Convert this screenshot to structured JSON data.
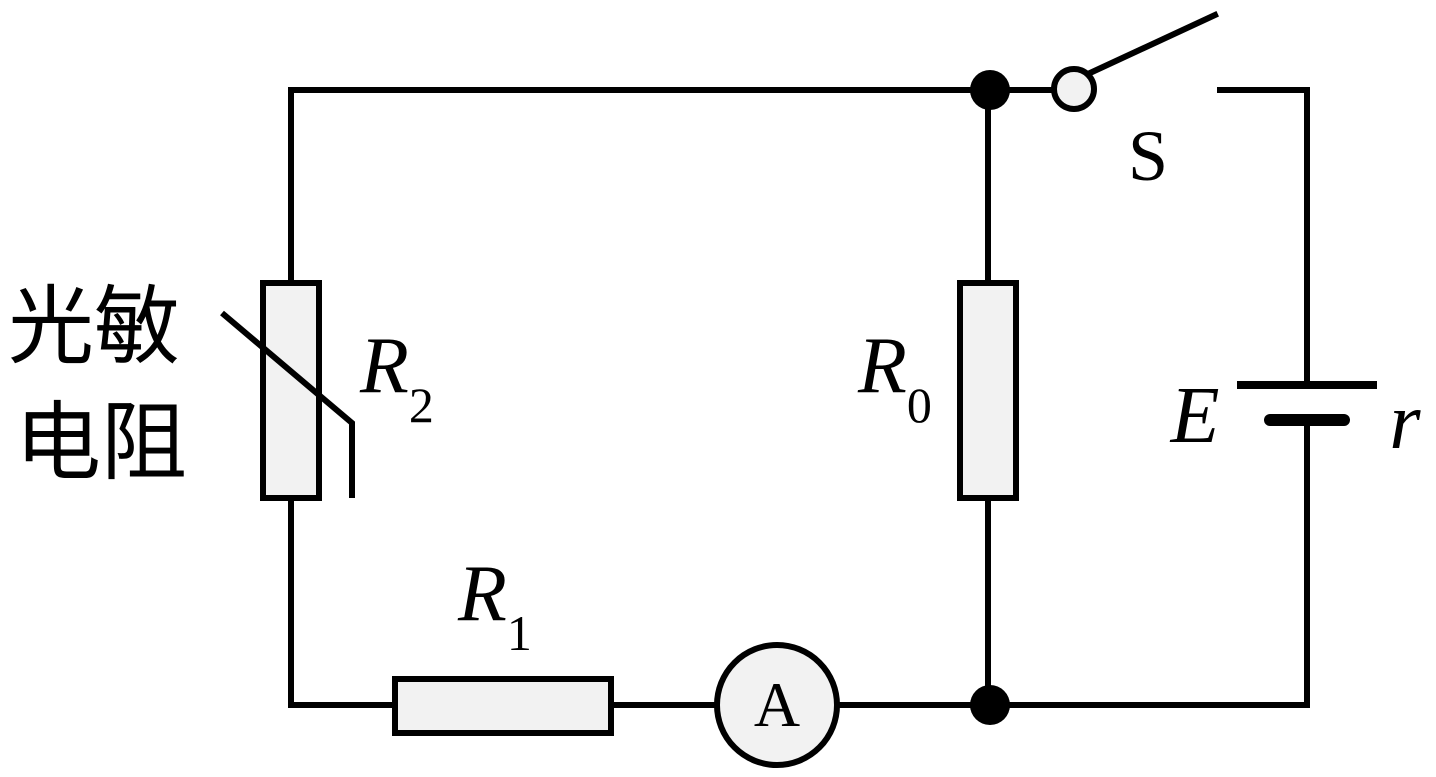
{
  "colors": {
    "wire": "#000000",
    "resistor_fill": "#f2f2f2",
    "background": "#ffffff"
  },
  "components": {
    "photoresistor": {
      "caption_line1": "光敏",
      "caption_line2": "电阻",
      "symbol": "R",
      "subscript": "2"
    },
    "r0": {
      "symbol": "R",
      "subscript": "0"
    },
    "r1": {
      "symbol": "R",
      "subscript": "1"
    },
    "ammeter": {
      "label": "A"
    },
    "switch": {
      "label": "S"
    },
    "battery": {
      "emf": "E",
      "internal_resistance": "r"
    }
  }
}
